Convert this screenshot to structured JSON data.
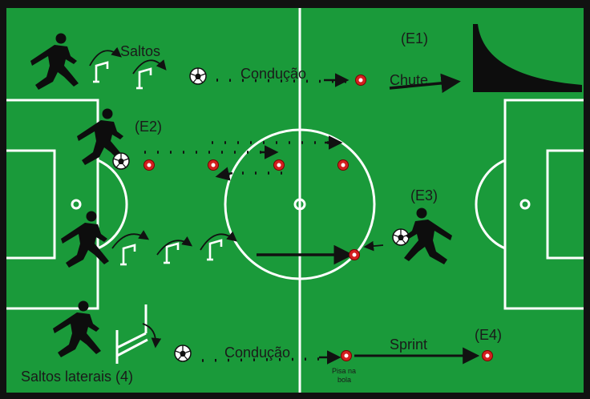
{
  "colors": {
    "pitch": "#1a9a3a",
    "border": "#111111",
    "lines": "#ffffff",
    "silhouette": "#0d0d0d",
    "cone": "#d42020",
    "text": "#1a1a1a"
  },
  "exercises": {
    "e1": {
      "tag": "(E1)",
      "jumps_label": "Saltos",
      "dribble_label": "Condução",
      "shot_label": "Chute"
    },
    "e2": {
      "tag": "(E2)"
    },
    "e3": {
      "tag": "(E3)"
    },
    "e4": {
      "tag": "(E4)",
      "lateral_jumps_label": "Saltos laterais (4)",
      "dribble_label": "Condução",
      "sprint_label": "Sprint",
      "step_on_ball_line1": "Pisa na",
      "step_on_ball_line2": "bola"
    }
  },
  "icons": [
    "player-silhouette-icon",
    "soccer-ball-icon",
    "cone-marker-icon",
    "hurdle-icon",
    "jump-arc-icon",
    "arrow-icon"
  ]
}
